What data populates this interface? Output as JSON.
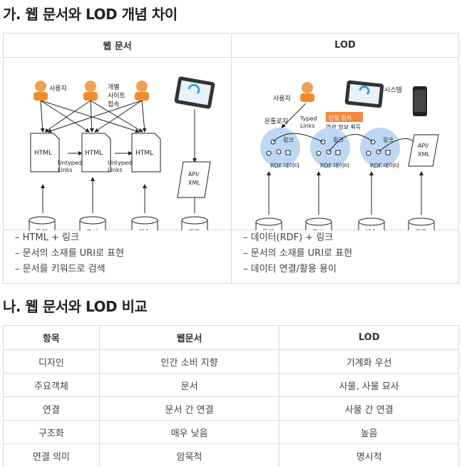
{
  "section_a": {
    "title": "가. 웹 문서와 LOD 개념 차이",
    "col_web_header": "웹 문서",
    "col_lod_header": "LOD",
    "web_diagram": {
      "user_label": "사용자",
      "site_label": [
        "개별",
        "사이트",
        "접속"
      ],
      "html_label": "HTML",
      "untyped_label": [
        "Untyped",
        "Links"
      ],
      "api_label": [
        "API/",
        "XML"
      ],
      "db_labels": [
        "통계",
        "도서",
        "예술",
        "관광"
      ]
    },
    "lod_diagram": {
      "user_label": "사용자",
      "system_label": "시스템",
      "ontology_label": "온톨로지",
      "typed_label": [
        "Typed",
        "Links"
      ],
      "access_label": [
        "단일 접속",
        "연관 정보 획득"
      ],
      "link_label": "링크",
      "rdf_label": "RDF 데이터",
      "api_label": [
        "API/",
        "XML"
      ],
      "db_labels": [
        "통계",
        "도서",
        "예술",
        "관광"
      ]
    },
    "web_bullets": [
      "– HTML + 링크",
      "– 문서의 소재를 URI로 표현",
      "– 문서를 키워드로 검색"
    ],
    "lod_bullets": [
      "– 데이터(RDF) + 링크",
      "– 문서의 소재를 URI로 표현",
      "– 데이터 연결/활용 용이"
    ]
  },
  "section_b": {
    "title": "나. 웹 문서와 LOD 비교",
    "headers": [
      "항목",
      "웹문서",
      "LOD"
    ],
    "rows": [
      [
        "디자인",
        "인간 소비 지향",
        "기계화 우선"
      ],
      [
        "주요객체",
        "문서",
        "사물, 사물 묘사"
      ],
      [
        "연결",
        "문서 간 연결",
        "사물 간 연결"
      ],
      [
        "구조화",
        "매우 낮음",
        "높음"
      ],
      [
        "연결 의미",
        "암묵적",
        "명시적"
      ]
    ]
  }
}
